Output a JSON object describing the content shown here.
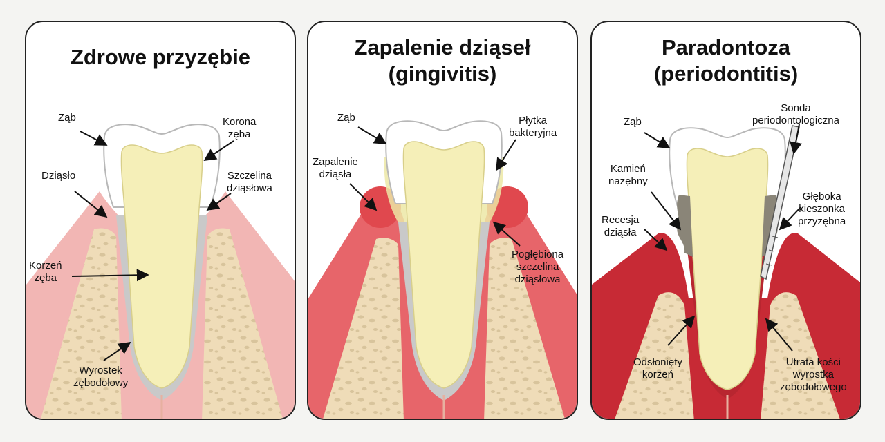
{
  "panels": [
    {
      "title": [
        "Zdrowe przyzębie"
      ],
      "labels": {
        "tooth": [
          "Ząb"
        ],
        "crown": [
          "Korona",
          "zęba"
        ],
        "gum": [
          "Dziąsło"
        ],
        "sulcus": [
          "Szczelina",
          "dziąsłowa"
        ],
        "root": [
          "Korzeń",
          "zęba"
        ],
        "bone": [
          "Wyrostek",
          "zębodołowy"
        ]
      }
    },
    {
      "title": [
        "Zapalenie dziąseł",
        "(gingivitis)"
      ],
      "labels": {
        "tooth": [
          "Ząb"
        ],
        "plaque": [
          "Płytka",
          "bakteryjna"
        ],
        "inflamed_gum": [
          "Zapalenie",
          "dziąsła"
        ],
        "deep_sulcus": [
          "Pogłębiona",
          "szczelina",
          "dziąsłowa"
        ]
      }
    },
    {
      "title": [
        "Paradontoza",
        "(periodontitis)"
      ],
      "labels": {
        "tooth": [
          "Ząb"
        ],
        "probe": [
          "Sonda",
          "periodontologiczna"
        ],
        "calculus": [
          "Kamień",
          "nazębny"
        ],
        "deep_pocket": [
          "Głęboka",
          "kieszonka",
          "przyzębna"
        ],
        "recession": [
          "Recesja",
          "dziąsła"
        ],
        "exposed_root": [
          "Odsłonięty",
          "korzeń"
        ],
        "bone_loss": [
          "Utrata kości",
          "wyrostka",
          "zębodołowego"
        ]
      }
    }
  ],
  "colors": {
    "healthy_gum": "#f2b6b4",
    "inflamed_gum": "#e0484e",
    "periodontitis_gum": "#c72a35",
    "bone": "#efdcb8",
    "tooth_body": "#f5efb8",
    "enamel": "#ffffff",
    "calculus": "#8a8578",
    "plaque": "#ece7a6"
  }
}
